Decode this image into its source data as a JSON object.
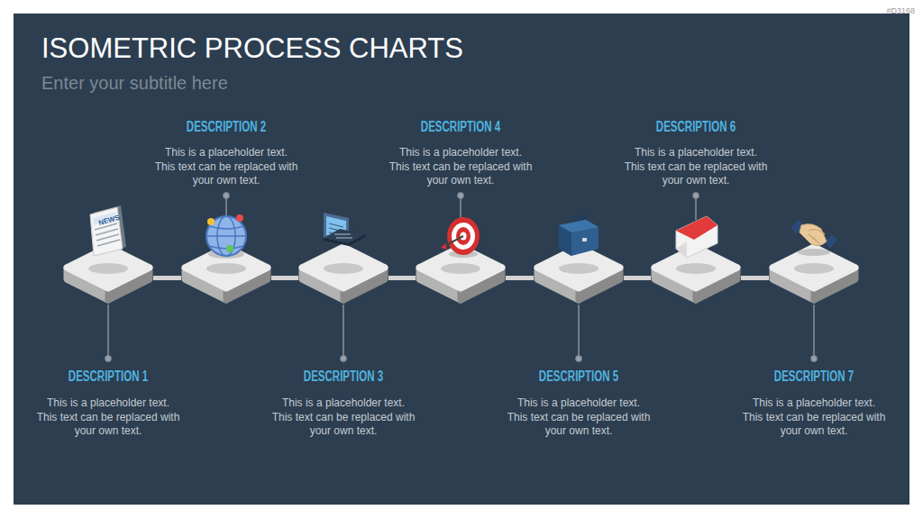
{
  "diagram": {
    "title": "ISOMETRIC PROCESS CHARTS",
    "nodes": [
      {
        "text": [
          "DESCRIPTION 1",
          "This is a placeholder text. This text can be replaced with your own text."
        ]
      },
      {
        "text": [
          "DESCRIPTION 2",
          "This is a placeholder text. This text can be replaced with your own text."
        ]
      },
      {
        "text": [
          "DESCRIPTION 3",
          "This is a placeholder text. This text can be replaced with your own text."
        ]
      },
      {
        "text": [
          "DESCRIPTION 4",
          "This is a placeholder text. This text can be replaced with your own text."
        ]
      },
      {
        "text": [
          "DESCRIPTION 5",
          "This is a placeholder text. This text can be replaced with your own text."
        ]
      },
      {
        "text": [
          "DESCRIPTION 6",
          "This is a placeholder text. This text can be replaced with your own text."
        ]
      },
      {
        "text": [
          "DESCRIPTION 7",
          "This is a placeholder text. This text can be replaced with your own text."
        ]
      }
    ],
    "edges": [
      {
        "from": 0,
        "to": 1,
        "arrow": "none"
      },
      {
        "from": 1,
        "to": 2,
        "arrow": "none"
      },
      {
        "from": 2,
        "to": 3,
        "arrow": "none"
      },
      {
        "from": 3,
        "to": 4,
        "arrow": "none"
      },
      {
        "from": 4,
        "to": 5,
        "arrow": "none"
      },
      {
        "from": 5,
        "to": 6,
        "arrow": "none"
      }
    ],
    "labels": [
      "Enter your subtitle here",
      "#D3168",
      "NEWS"
    ]
  }
}
